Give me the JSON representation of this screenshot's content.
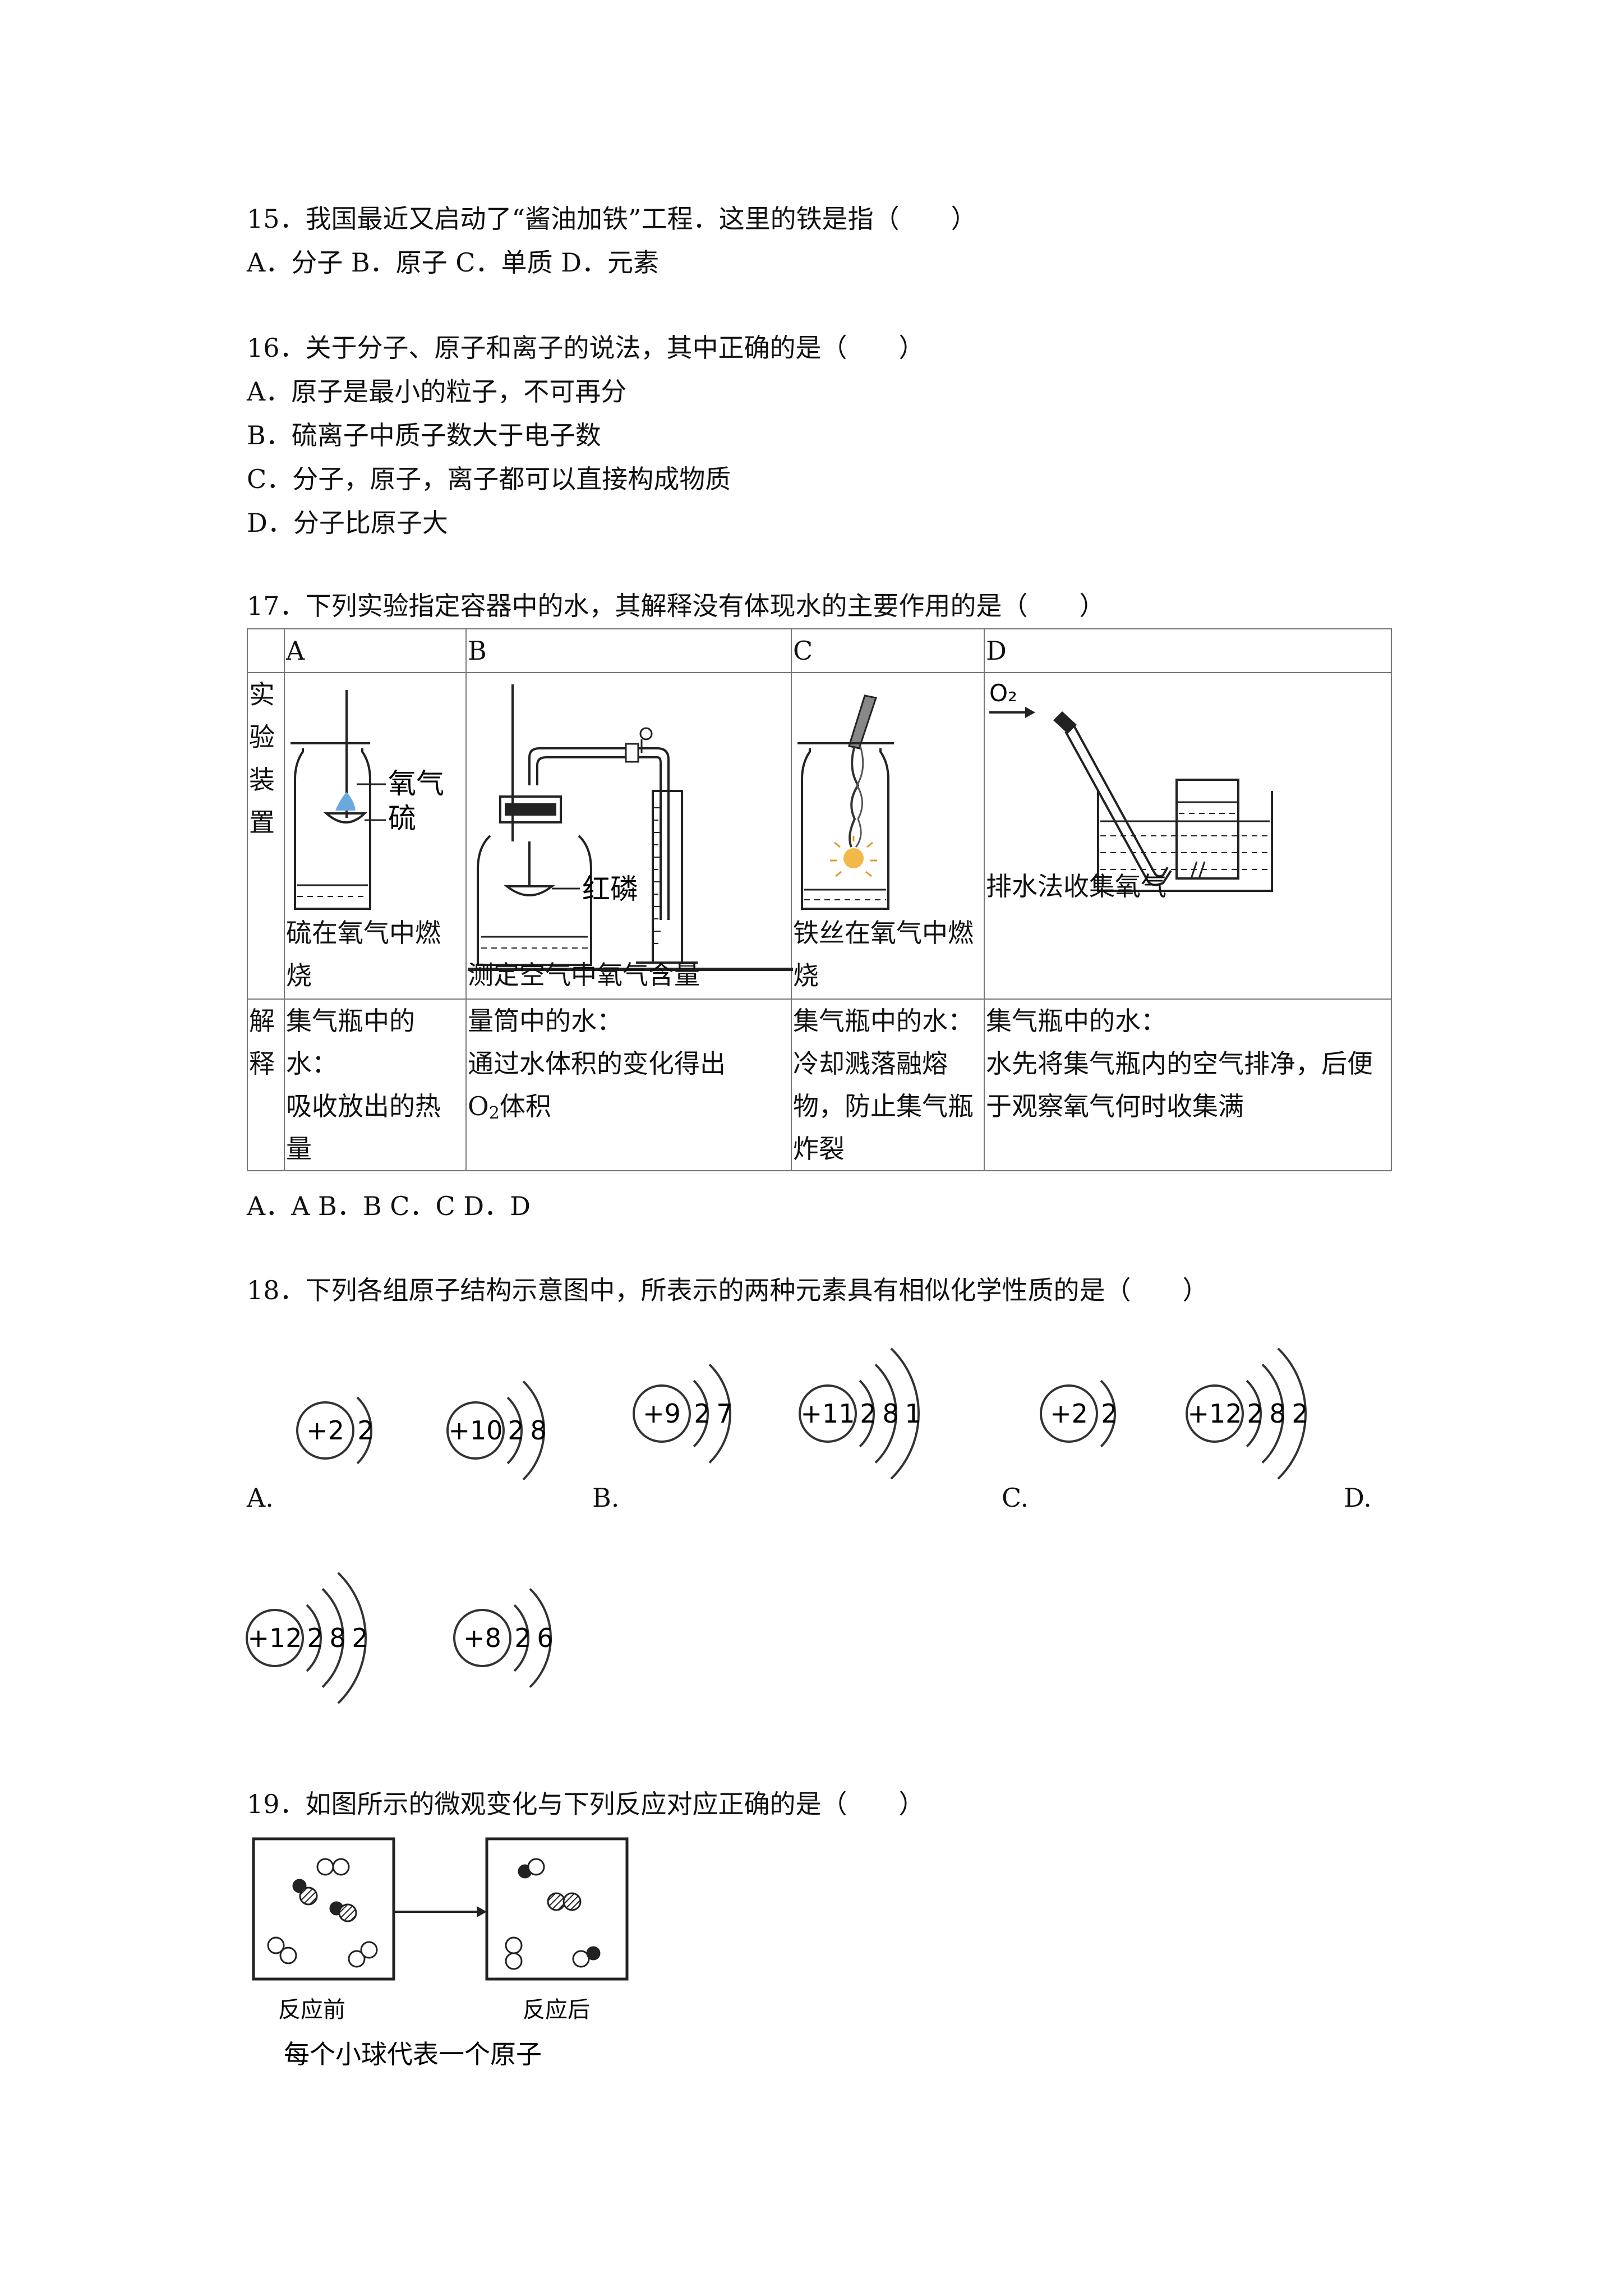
{
  "q15": {
    "stem": "15．我国最近又启动了“酱油加铁”工程．这里的铁是指（　　）",
    "options": "A．分子  B．原子  C．单质  D．元素"
  },
  "q16": {
    "stem": "16．关于分子、原子和离子的说法，其中正确的是（　　）",
    "options": [
      "A．原子是最小的粒子，不可再分",
      "B．硫离子中质子数大于电子数",
      "C．分子，原子，离子都可以直接构成物质",
      "D．分子比原子大"
    ]
  },
  "q17": {
    "stem": "17．下列实验指定容器中的水，其解释没有体现水的主要作用的是（　　）",
    "col_heads": [
      "A",
      "B",
      "C",
      "D"
    ],
    "row1_head": [
      "实",
      "验",
      "装",
      "置"
    ],
    "row2_head": [
      "解",
      "释"
    ],
    "labels": {
      "oxygen": "氧气",
      "sulfur": "硫",
      "red_phosphorus": "红磷",
      "o2": "O₂"
    },
    "captions": [
      "硫在氧气中燃烧",
      "测定空气中氧气含量",
      "铁丝在氧气中燃烧",
      "排水法收集氧气"
    ],
    "explanations": [
      [
        "集气瓶中的水：",
        "吸收放出的热量"
      ],
      [
        "量筒中的水：",
        "通过水体积的变化得出"
      ],
      [
        "集气瓶中的水：",
        "冷却溅落融熔物，防止集气瓶炸裂"
      ],
      [
        "集气瓶中的水：",
        "水先将集气瓶内的空气排净，后便于观察氧气何时收集满"
      ]
    ],
    "b_tail": {
      "sym": "O",
      "sub": "2",
      "rest": "体积"
    },
    "options": "A．A    B．B    C．C    D．D"
  },
  "q18": {
    "stem": "18．下列各组原子结构示意图中，所表示的两种元素具有相似化学性质的是（　　）",
    "option_letters": [
      "A.",
      "B.",
      "C.",
      "D."
    ],
    "atoms": [
      {
        "nucleus": "+2",
        "shells": [
          "2"
        ]
      },
      {
        "nucleus": "+10",
        "shells": [
          "2",
          "8"
        ]
      },
      {
        "nucleus": "+9",
        "shells": [
          "2",
          "7"
        ]
      },
      {
        "nucleus": "+11",
        "shells": [
          "2",
          "8",
          "1"
        ]
      },
      {
        "nucleus": "+2",
        "shells": [
          "2"
        ]
      },
      {
        "nucleus": "+12",
        "shells": [
          "2",
          "8",
          "2"
        ]
      },
      {
        "nucleus": "+12",
        "shells": [
          "2",
          "8",
          "2"
        ]
      },
      {
        "nucleus": "+8",
        "shells": [
          "2",
          "6"
        ]
      }
    ]
  },
  "q19": {
    "stem": "19．如图所示的微观变化与下列反应对应正确的是（　　）",
    "before": "反应前",
    "after": "反应后",
    "legend": "每个小球代表一个原子"
  }
}
